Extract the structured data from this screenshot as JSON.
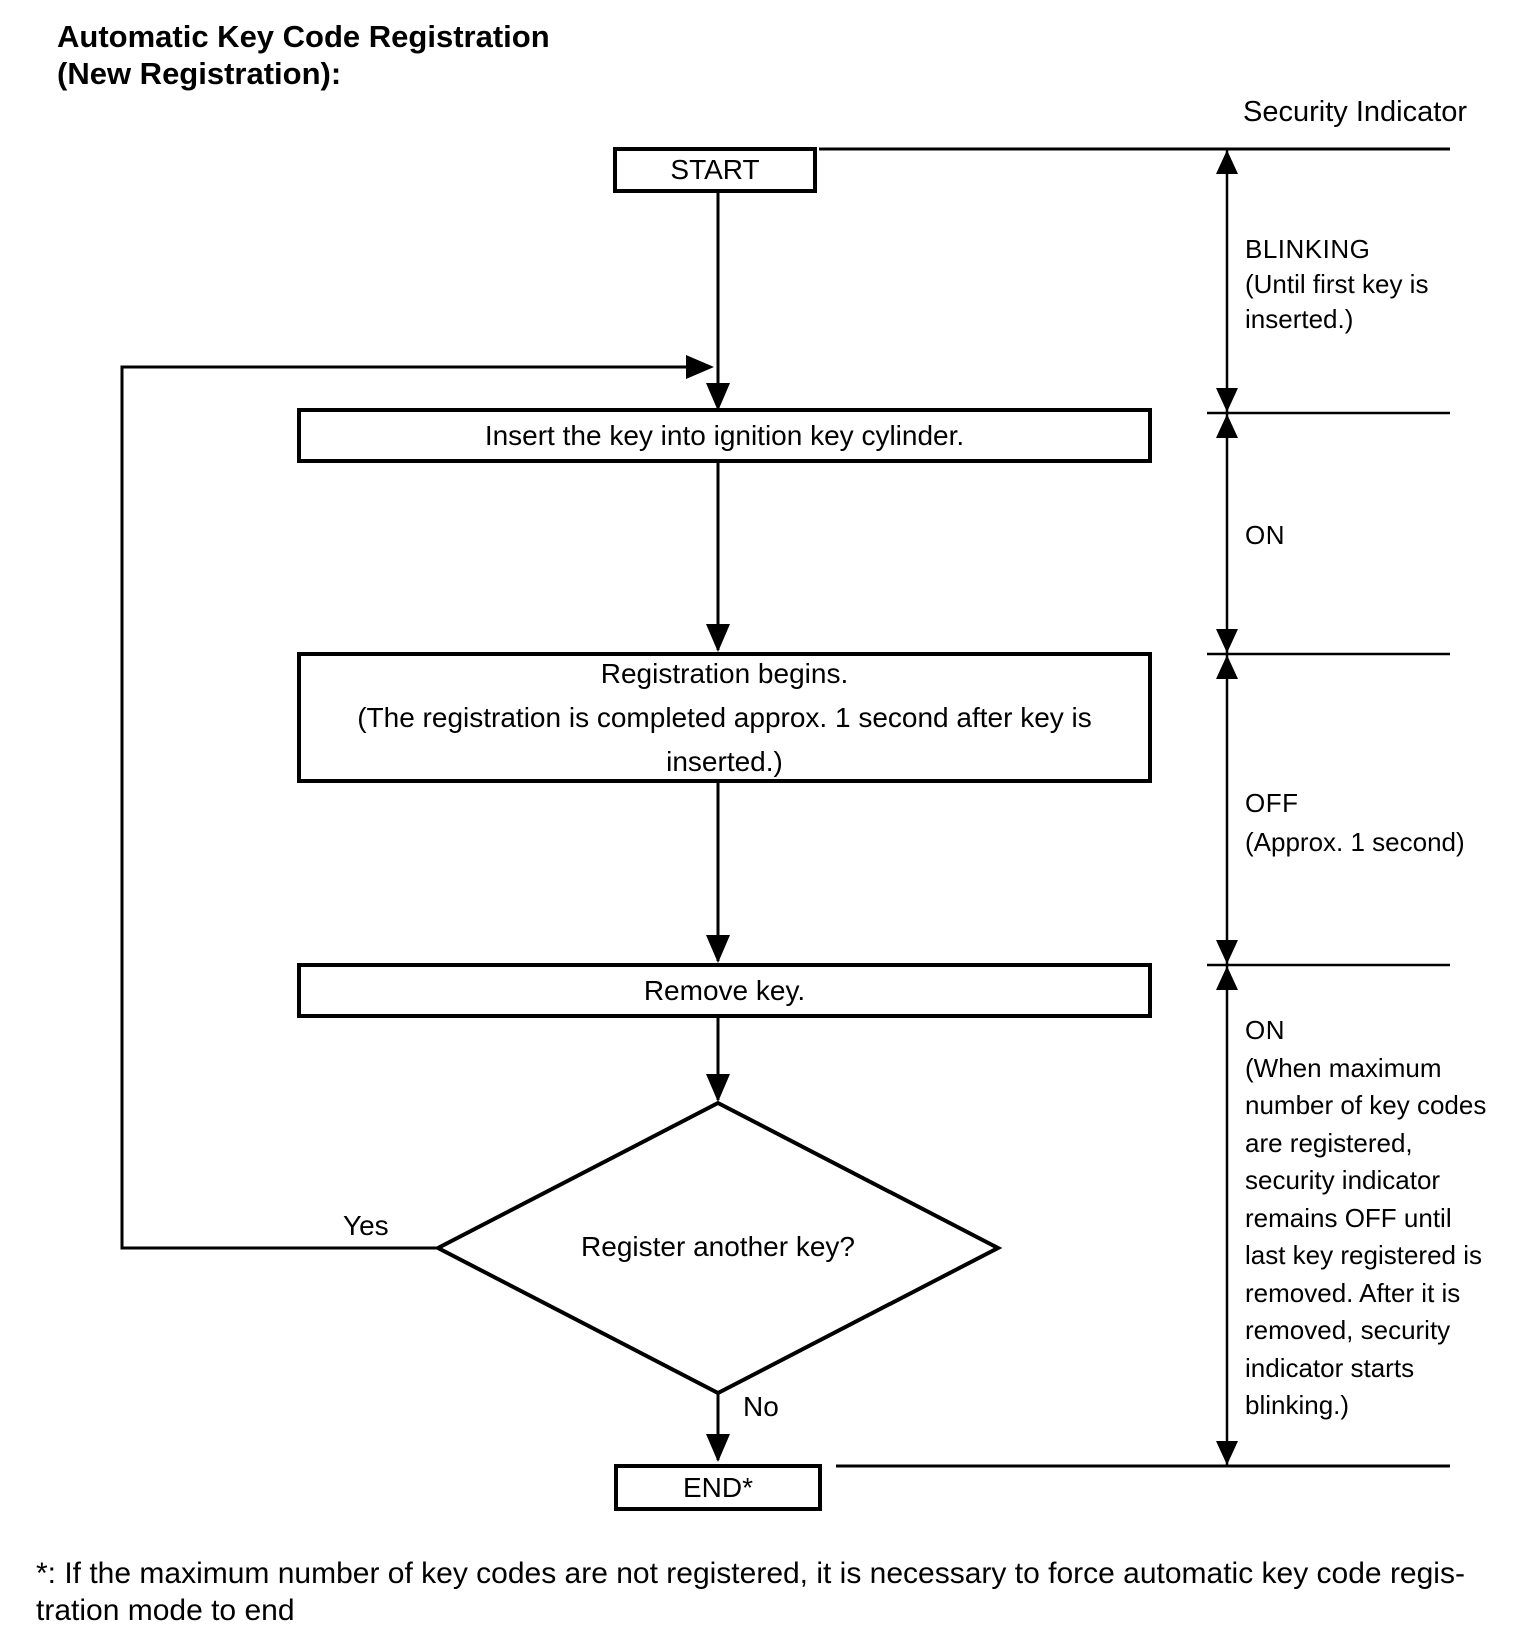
{
  "title_line1": "Automatic Key Code Registration",
  "title_line2": "(New Registration):",
  "security_indicator_heading": "Security Indicator",
  "nodes": {
    "start": "START",
    "insert": "Insert the key into ignition key cylinder.",
    "registration_line1": "Registration begins.",
    "registration_line2": "(The registration is completed approx. 1 second after key is inserted.)",
    "remove": "Remove key.",
    "decision": "Register another key?",
    "end": "END*"
  },
  "branches": {
    "yes": "Yes",
    "no": "No"
  },
  "indicator_states": [
    {
      "name": "BLINKING",
      "lines": [
        "(Until first key is",
        "inserted.)"
      ]
    },
    {
      "name": "ON",
      "lines": []
    },
    {
      "name": "OFF",
      "lines": [
        "(Approx. 1 second)"
      ]
    },
    {
      "name": "ON",
      "lines": [
        "(When maximum",
        "number of key codes",
        "are registered,",
        "security indicator",
        "remains OFF until",
        "last key registered is",
        "removed. After it is",
        "removed, security",
        "indicator starts",
        "blinking.)"
      ]
    }
  ],
  "footnote_line1": "*: If the maximum number of key codes are not registered, it is necessary to force automatic key code regis-",
  "footnote_line2": "tration mode to end",
  "colors": {
    "ink": "#000000",
    "paper": "#ffffff"
  }
}
